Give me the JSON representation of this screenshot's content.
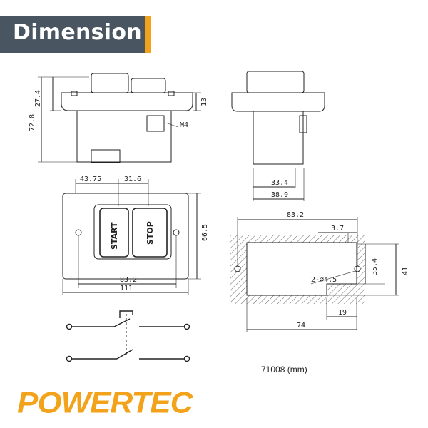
{
  "header": {
    "title": "Dimension",
    "accent_color": "#f2a31b",
    "background_color": "#4a5562"
  },
  "model_label": "71008 (mm)",
  "brand": {
    "name": "POWERTEC",
    "color": "#f2a31b"
  },
  "buttons": {
    "start": "START",
    "stop": "STOP"
  },
  "dims": {
    "h_27_4": "27.4",
    "h_72_8": "72.8",
    "h_13": "13",
    "m4": "M4",
    "w_33_4": "33.4",
    "w_38_9": "38.9",
    "w_43_75": "43.75",
    "w_31_6": "31.6",
    "h_66_5": "66.5",
    "w_83_2_front": "83.2",
    "w_111": "111",
    "w_83_2_cutout": "83.2",
    "d_3_7": "3.7",
    "h_35_4": "35.4",
    "h_41": "41",
    "holes": "2-∅4.5",
    "w_19": "19",
    "w_74": "74"
  }
}
